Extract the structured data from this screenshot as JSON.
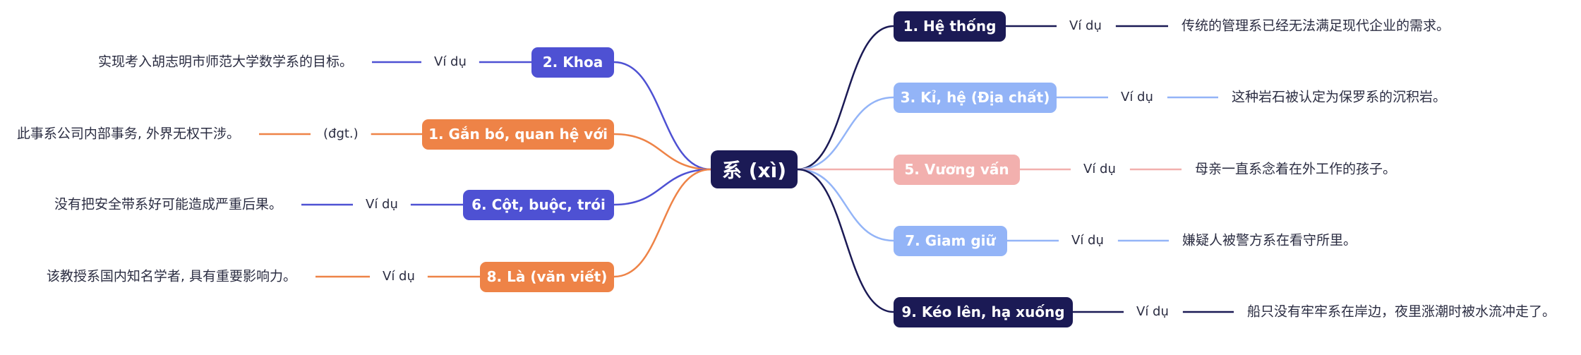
{
  "root": {
    "label": "系 (xì)",
    "color": "#1b1a55"
  },
  "branches": [
    {
      "id": "b1",
      "side": "right",
      "label": "1. Hệ thống",
      "connector": "Ví dụ",
      "example": "传统的管理系已经无法满足现代企业的需求。",
      "color": "#1b1a55"
    },
    {
      "id": "b3",
      "side": "right",
      "label": "3. Kỉ, hệ (Địa chất)",
      "connector": "Ví dụ",
      "example": "这种岩石被认定为保罗系的沉积岩。",
      "color": "#93b4f7"
    },
    {
      "id": "b5",
      "side": "right",
      "label": "5. Vương vấn",
      "connector": "Ví dụ",
      "example": "母亲一直系念着在外工作的孩子。",
      "color": "#f2b0ae"
    },
    {
      "id": "b7",
      "side": "right",
      "label": "7. Giam giữ",
      "connector": "Ví dụ",
      "example": "嫌疑人被警方系在看守所里。",
      "color": "#93b4f7"
    },
    {
      "id": "b9",
      "side": "right",
      "label": "9. Kéo lên, hạ xuống",
      "connector": "Ví dụ",
      "example": "船只没有牢牢系在岸边，夜里涨潮时被水流冲走了。",
      "color": "#1b1a55"
    },
    {
      "id": "b2",
      "side": "left",
      "label": "2. Khoa",
      "connector": "Ví dụ",
      "example": "实现考入胡志明市师范大学数学系的目标。",
      "color": "#4e51d3"
    },
    {
      "id": "b1l",
      "side": "left",
      "label": "1. Gắn bó, quan hệ với",
      "connector": "(đgt.)",
      "example": "此事系公司内部事务, 外界无权干涉。",
      "color": "#ee8347"
    },
    {
      "id": "b6",
      "side": "left",
      "label": "6. Cột, buộc, trói",
      "connector": "Ví dụ",
      "example": "没有把安全带系好可能造成严重后果。",
      "color": "#4e51d3"
    },
    {
      "id": "b8",
      "side": "left",
      "label": "8. Là (văn viết)",
      "connector": "Ví dụ",
      "example": "该教授系国内知名学者, 具有重要影响力。",
      "color": "#ee8347"
    }
  ]
}
